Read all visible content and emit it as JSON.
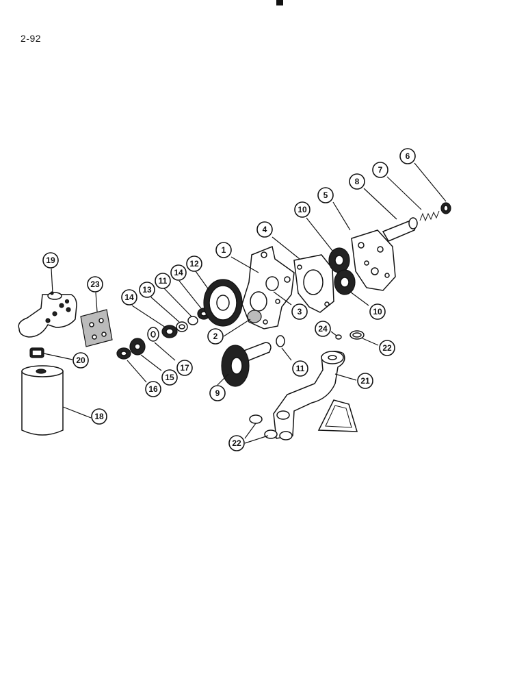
{
  "page": {
    "page_number": "2-92"
  },
  "diagram": {
    "callouts": [
      {
        "id": "c1",
        "label": "1"
      },
      {
        "id": "c2",
        "label": "2"
      },
      {
        "id": "c3",
        "label": "3"
      },
      {
        "id": "c4",
        "label": "4"
      },
      {
        "id": "c5",
        "label": "5"
      },
      {
        "id": "c6",
        "label": "6"
      },
      {
        "id": "c7",
        "label": "7"
      },
      {
        "id": "c8",
        "label": "8"
      },
      {
        "id": "c9",
        "label": "9"
      },
      {
        "id": "c10a",
        "label": "10"
      },
      {
        "id": "c10b",
        "label": "10"
      },
      {
        "id": "c11a",
        "label": "11"
      },
      {
        "id": "c11b",
        "label": "11"
      },
      {
        "id": "c12",
        "label": "12"
      },
      {
        "id": "c13",
        "label": "13"
      },
      {
        "id": "c14a",
        "label": "14"
      },
      {
        "id": "c14b",
        "label": "14"
      },
      {
        "id": "c15",
        "label": "15"
      },
      {
        "id": "c16",
        "label": "16"
      },
      {
        "id": "c17",
        "label": "17"
      },
      {
        "id": "c18",
        "label": "18"
      },
      {
        "id": "c19",
        "label": "19"
      },
      {
        "id": "c20",
        "label": "20"
      },
      {
        "id": "c21",
        "label": "21"
      },
      {
        "id": "c22a",
        "label": "22"
      },
      {
        "id": "c22b",
        "label": "22"
      },
      {
        "id": "c23",
        "label": "23"
      },
      {
        "id": "c24",
        "label": "24"
      }
    ]
  }
}
